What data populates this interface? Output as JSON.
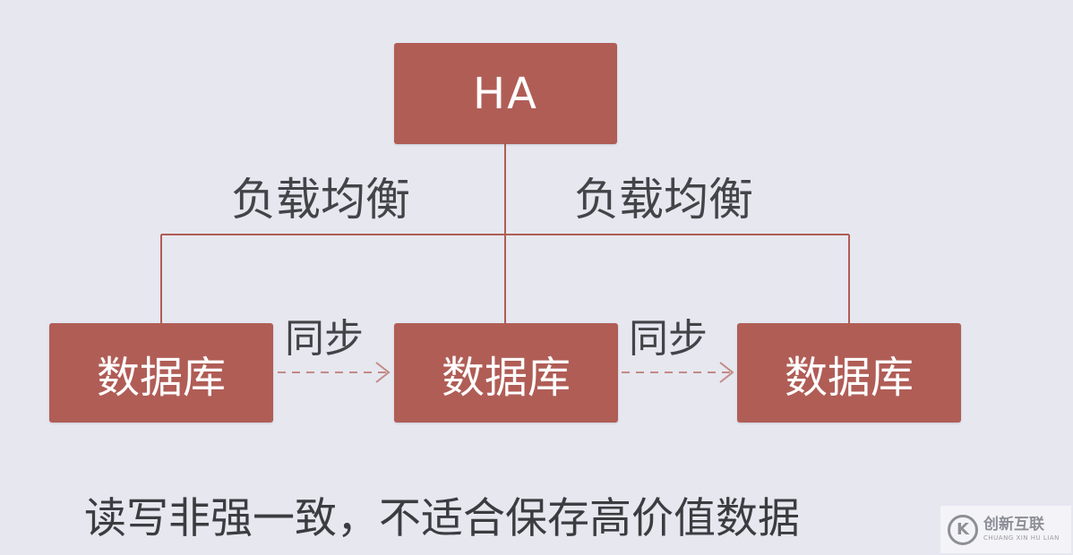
{
  "nodes": {
    "ha": "HA",
    "db1": "数据库",
    "db2": "数据库",
    "db3": "数据库"
  },
  "edges": {
    "load_balance_left": "负载均衡",
    "load_balance_right": "负载均衡",
    "sync_1": "同步",
    "sync_2": "同步"
  },
  "caption": "读写非强一致，不适合保存高价值数据",
  "watermark": {
    "logo_glyph": "K",
    "name": "创新互联",
    "sub": "CHUANG XIN HU LIAN"
  },
  "colors": {
    "background": "#e6e7ef",
    "node_fill": "#b05d56",
    "line": "#b05d56",
    "text": "#444448"
  }
}
